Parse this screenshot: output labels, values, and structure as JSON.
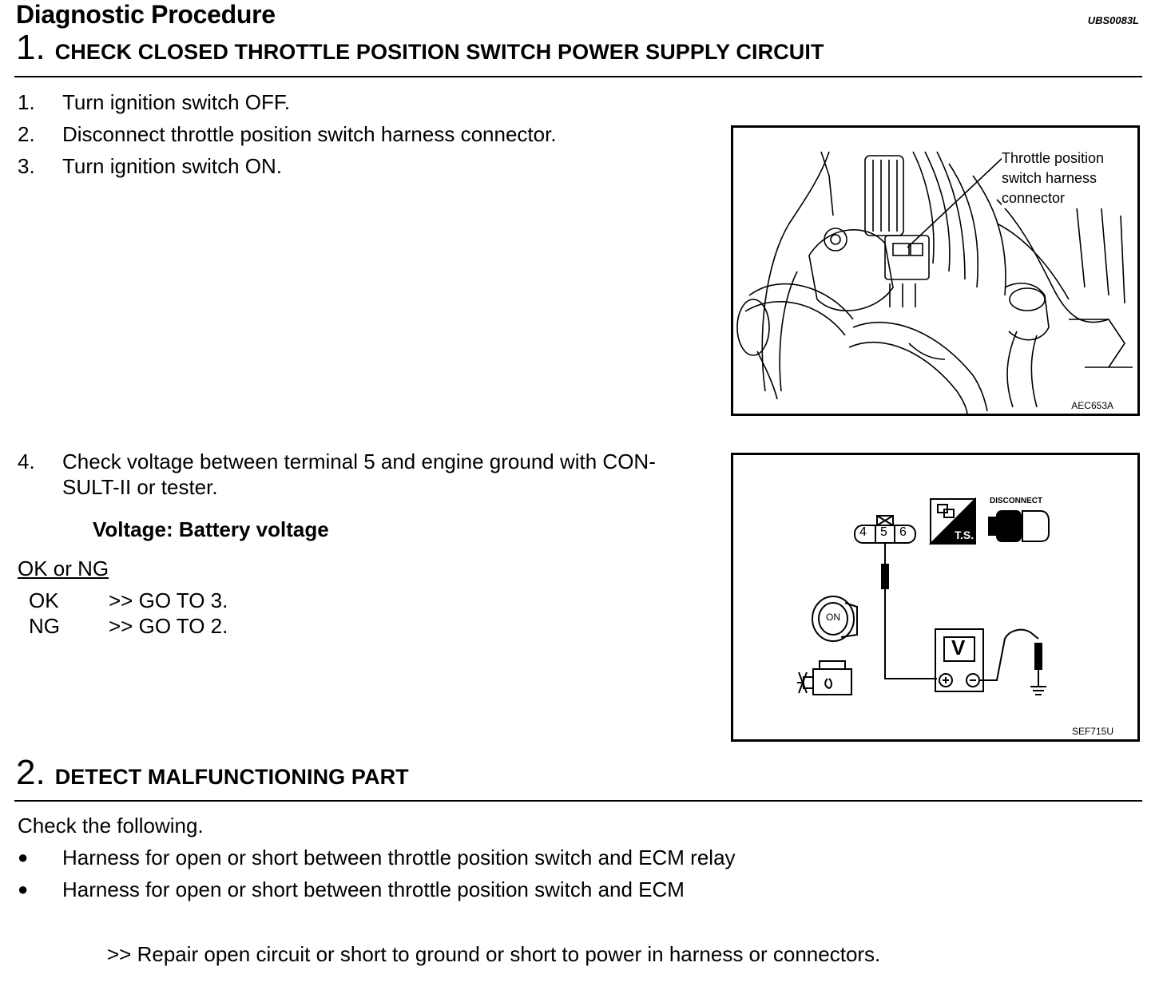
{
  "header": {
    "title": "Diagnostic Procedure",
    "ref_code": "UBS0083L"
  },
  "step1": {
    "number": "1.",
    "title": "CHECK CLOSED THROTTLE POSITION SWITCH POWER SUPPLY CIRCUIT",
    "items": [
      {
        "n": "1.",
        "text": "Turn ignition switch OFF."
      },
      {
        "n": "2.",
        "text": "Disconnect throttle position switch harness connector."
      },
      {
        "n": "3.",
        "text": "Turn ignition switch ON."
      }
    ],
    "item4": {
      "n": "4.",
      "line1": "Check voltage between terminal 5 and engine ground with CON-",
      "line2": "SULT-II or tester."
    },
    "spec": "Voltage: Battery voltage",
    "ok_ng_label": "OK or NG",
    "results": [
      {
        "code": "OK",
        "action": ">> GO TO 3."
      },
      {
        "code": "NG",
        "action": ">> GO TO 2."
      }
    ],
    "figure1": {
      "callout": [
        "Throttle position",
        "switch harness",
        "connector"
      ],
      "code": "AEC653A"
    },
    "figure2": {
      "disconnect_label": "DISCONNECT",
      "ts_label": "T.S.",
      "terminals": [
        "4",
        "5",
        "6"
      ],
      "meter_label": "V",
      "ignition_label": "ON",
      "code": "SEF715U"
    }
  },
  "step2": {
    "number": "2.",
    "title": "DETECT MALFUNCTIONING PART",
    "intro": "Check the following.",
    "bullets": [
      "Harness for open or short between throttle position switch and ECM relay",
      "Harness for open or short between throttle position switch and ECM"
    ],
    "repair": ">> Repair open circuit or short to ground or short to power in harness or connectors."
  }
}
